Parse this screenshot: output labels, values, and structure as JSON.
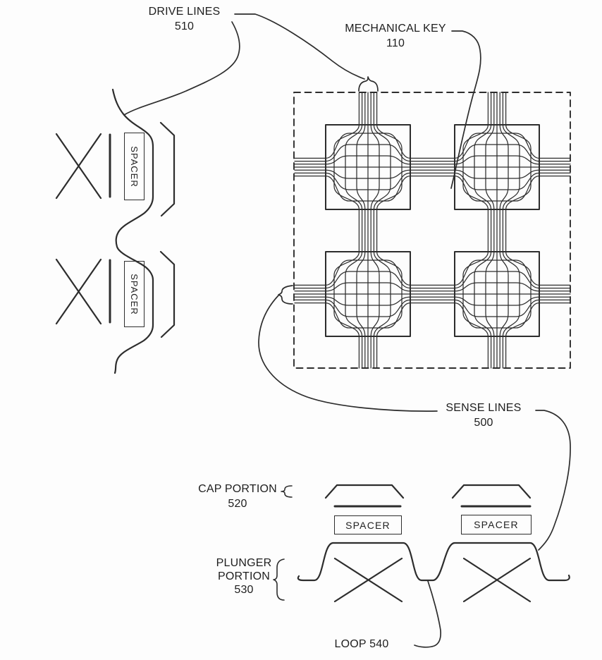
{
  "figure": {
    "background": "#fdfdfd",
    "line_color": "#2d2d2d",
    "labels": {
      "drive_lines": {
        "title": "DRIVE LINES",
        "ref": "510"
      },
      "mechanical_key": {
        "title": "MECHANICAL KEY",
        "ref": "110"
      },
      "sense_lines": {
        "title": "SENSE LINES",
        "ref": "500"
      },
      "cap_portion": {
        "title": "CAP PORTION",
        "ref": "520"
      },
      "plunger_portion": {
        "line1": "PLUNGER",
        "line2": "PORTION",
        "ref": "530"
      },
      "loop": {
        "title": "LOOP 540"
      },
      "spacer": "SPACER"
    },
    "structure": {
      "key_matrix": {
        "rows": 2,
        "cols": 2,
        "lines_per_bundle": 7
      }
    }
  }
}
